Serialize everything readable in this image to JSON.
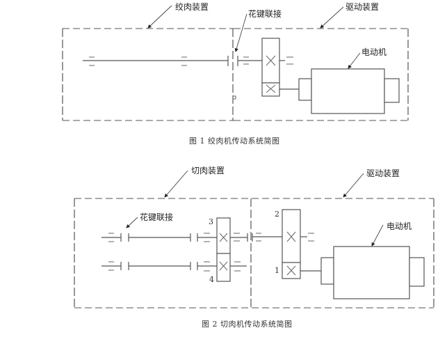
{
  "figure1": {
    "caption": "图 1 绞肉机传动系统简图",
    "labels": {
      "mincer_unit": "绞肉装置",
      "spline_coupling": "花键联接",
      "drive_unit": "驱动装置",
      "motor": "电动机"
    }
  },
  "figure2": {
    "caption": "图 2 切肉机传动系统简图",
    "labels": {
      "cutter_unit": "切肉装置",
      "spline_coupling": "花键联接",
      "drive_unit": "驱动装置",
      "motor": "电动机"
    },
    "gear_numbers": [
      "1",
      "2",
      "3",
      "4"
    ]
  },
  "colors": {
    "line": "#555555",
    "dash": "#777777",
    "text": "#222222"
  }
}
